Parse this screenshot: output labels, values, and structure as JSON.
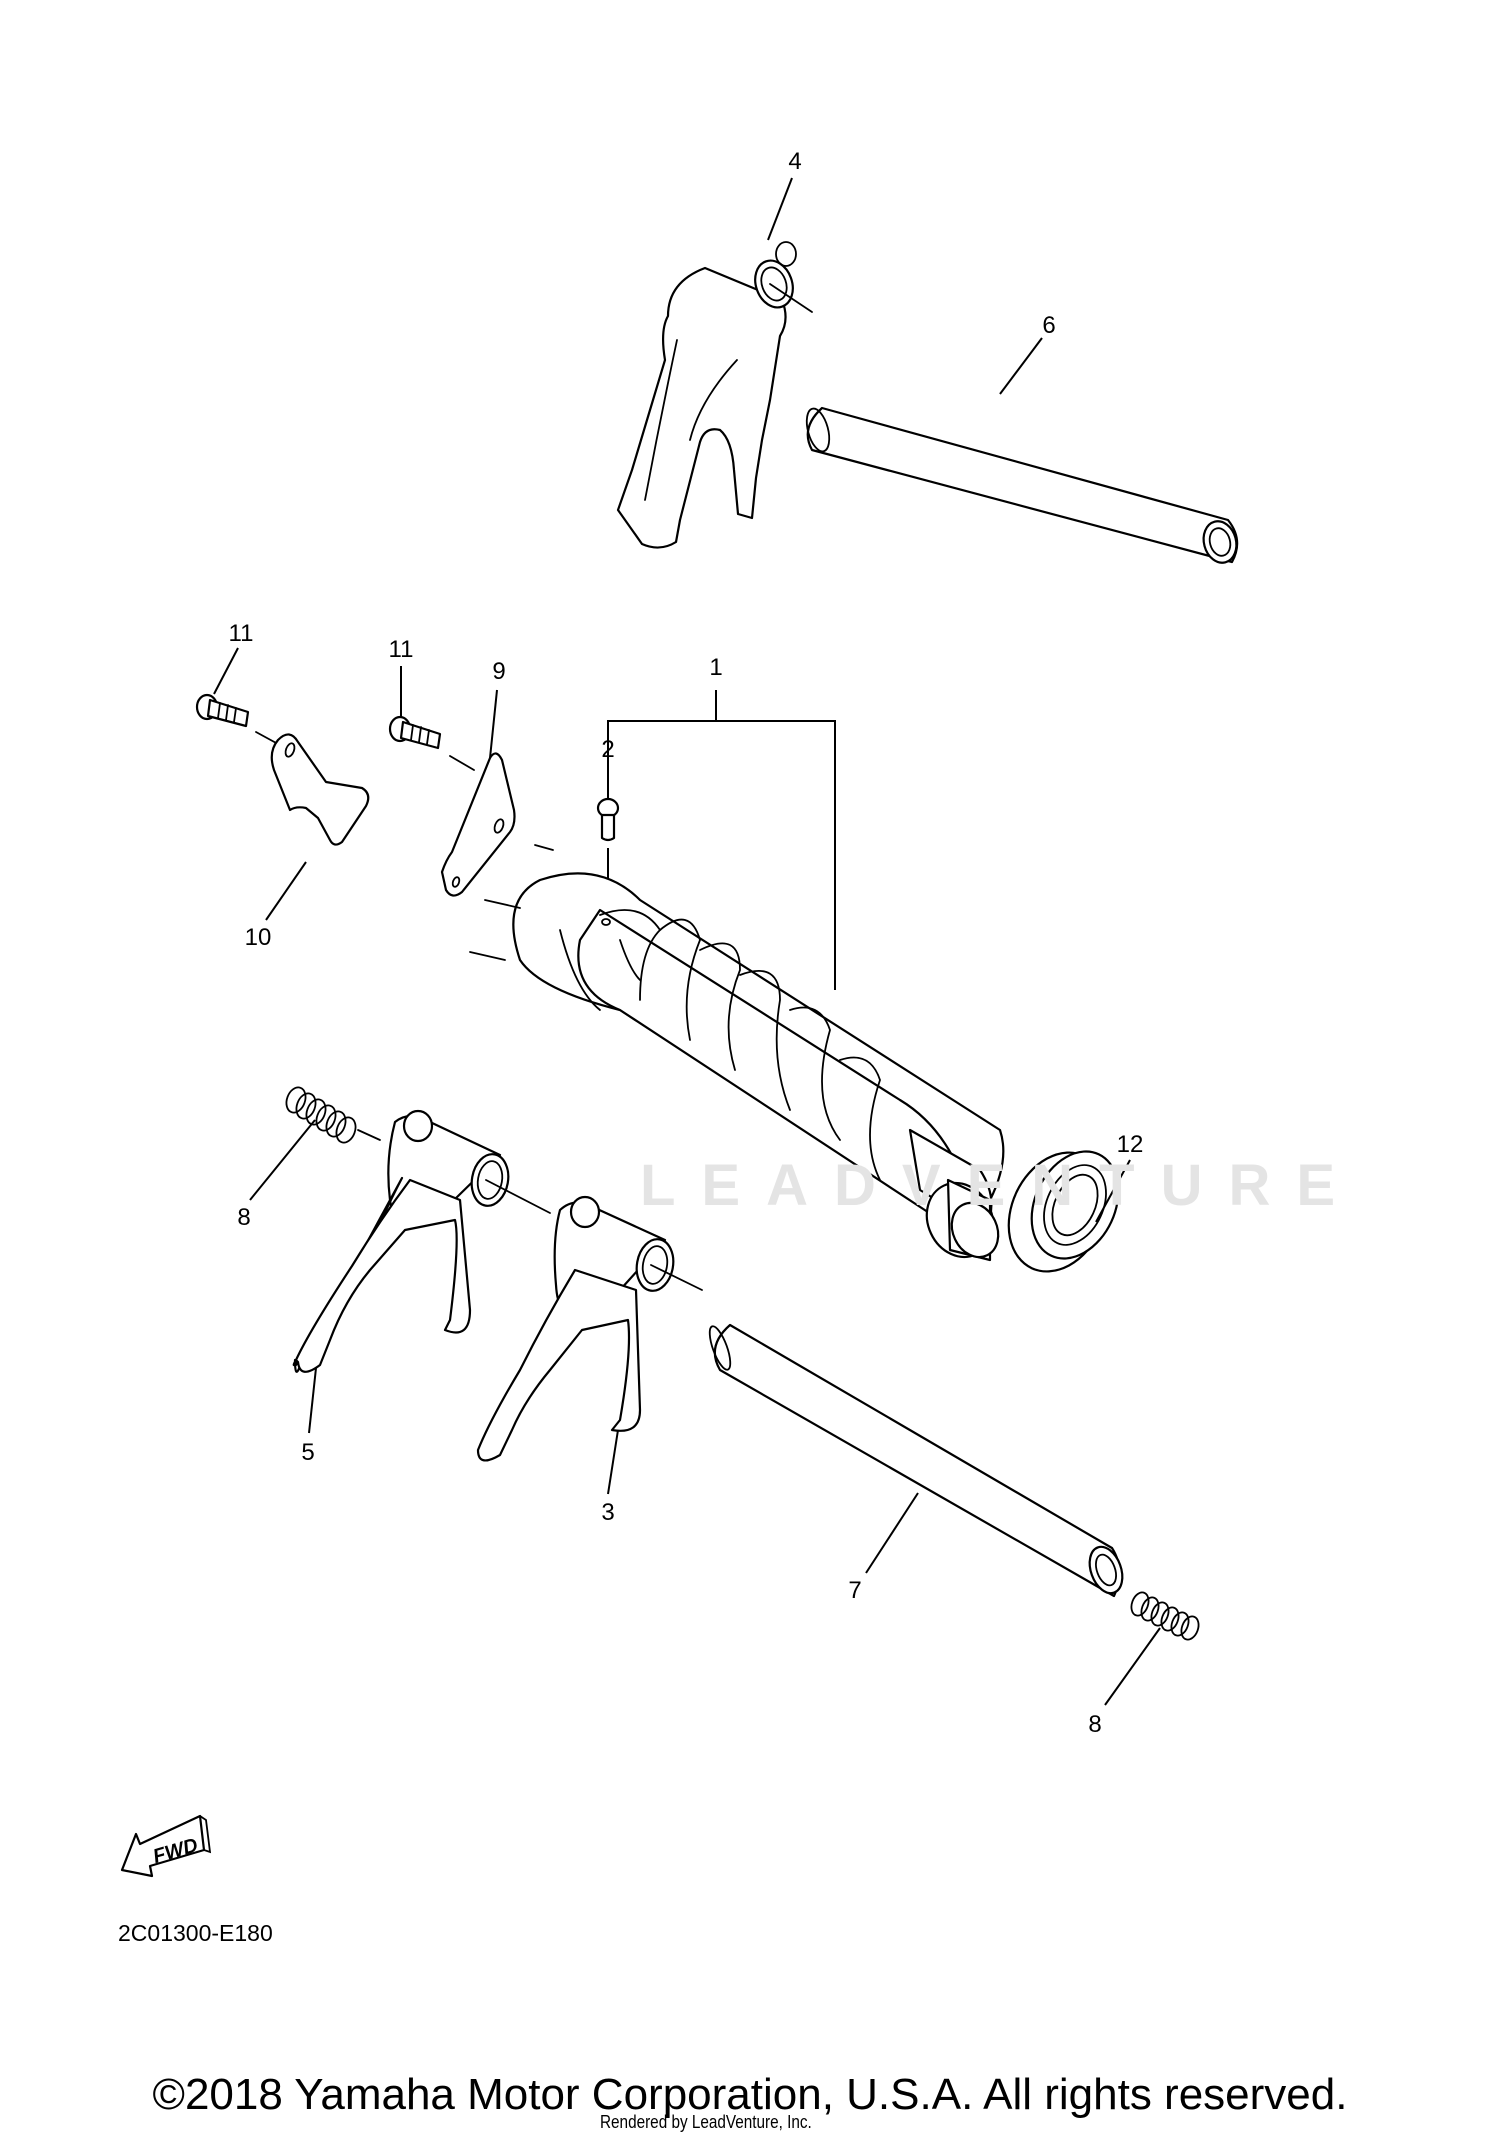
{
  "diagram": {
    "title": "Shift Cam / Shift Fork exploded parts diagram",
    "watermark": "LEADVENTURE",
    "callouts": [
      {
        "id": "c1",
        "label": "1",
        "part": "shift-cam-assembly"
      },
      {
        "id": "c2",
        "label": "2",
        "part": "pin"
      },
      {
        "id": "c3",
        "label": "3",
        "part": "shift-fork-3"
      },
      {
        "id": "c4",
        "label": "4",
        "part": "shift-fork-4"
      },
      {
        "id": "c5",
        "label": "5",
        "part": "shift-fork-5"
      },
      {
        "id": "c6",
        "label": "6",
        "part": "guide-bar-upper"
      },
      {
        "id": "c7",
        "label": "7",
        "part": "guide-bar-lower"
      },
      {
        "id": "c8a",
        "label": "8",
        "part": "spring-left"
      },
      {
        "id": "c8b",
        "label": "8",
        "part": "spring-right"
      },
      {
        "id": "c9",
        "label": "9",
        "part": "stopper-plate"
      },
      {
        "id": "c10",
        "label": "10",
        "part": "stopper-lever"
      },
      {
        "id": "c11a",
        "label": "11",
        "part": "screw-left"
      },
      {
        "id": "c11b",
        "label": "11",
        "part": "screw-right"
      },
      {
        "id": "c12",
        "label": "12",
        "part": "bearing"
      }
    ]
  },
  "direction_indicator": {
    "label": "FWD",
    "icon": "fwd-arrow-icon"
  },
  "figure_code": "2C01300-E180",
  "footer": {
    "copyright": "©2018 Yamaha Motor Corporation, U.S.A. All rights reserved.",
    "rendered_by": "Rendered by LeadVenture, Inc."
  }
}
